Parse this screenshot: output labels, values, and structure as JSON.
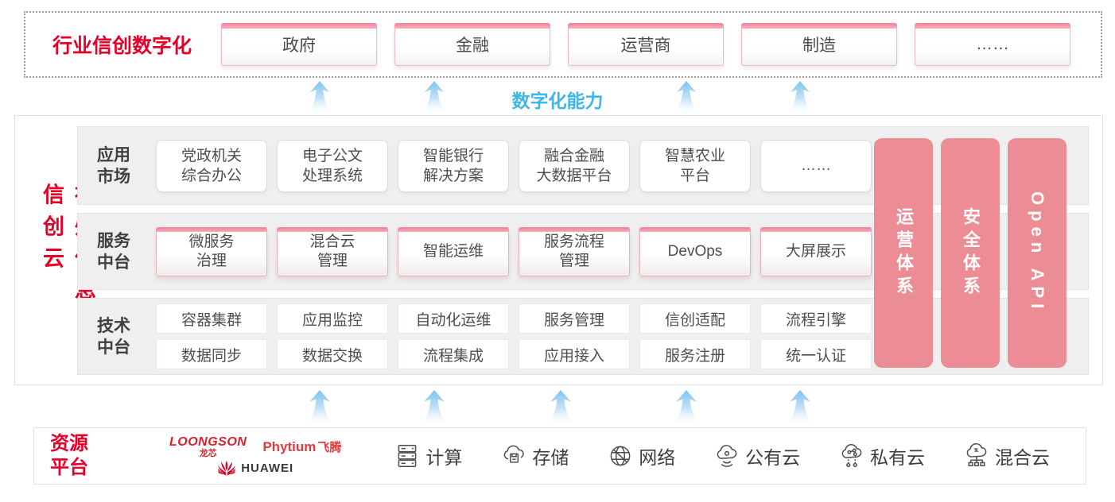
{
  "top_banner": {
    "label": "行业信创数字化",
    "sectors": [
      {
        "label": "政府"
      },
      {
        "label": "金融"
      },
      {
        "label": "运营商"
      },
      {
        "label": "制造"
      },
      {
        "label": "……"
      }
    ]
  },
  "capability_label": "数字化能力",
  "cloud_platform": {
    "vertical_title": "神州信息信创云",
    "app_market": {
      "label": "应用\n市场",
      "items": [
        "党政机关\n综合办公",
        "电子公文\n处理系统",
        "智能银行\n解决方案",
        "融合金融\n大数据平台",
        "智慧农业\n平台",
        "……"
      ]
    },
    "service_middle": {
      "label": "服务\n中台",
      "items": [
        "微服务\n治理",
        "混合云\n管理",
        "智能运维",
        "服务流程\n管理",
        "DevOps",
        "大屏展示"
      ]
    },
    "tech_middle": {
      "label": "技术\n中台",
      "row1": [
        "容器集群",
        "应用监控",
        "自动化运维",
        "服务管理",
        "信创适配",
        "流程引擎"
      ],
      "row2": [
        "数据同步",
        "数据交换",
        "流程集成",
        "应用接入",
        "服务注册",
        "统一认证"
      ]
    },
    "pillars": [
      "运营体系",
      "安全体系",
      "Open API"
    ]
  },
  "resource_platform": {
    "label": "资源\n平台",
    "vendors": {
      "loongson_en": "LOONGSON",
      "loongson_cn": "龙芯",
      "phytium_en": "Phytium",
      "phytium_cn": "飞腾",
      "huawei": "HUAWEI"
    },
    "items": [
      {
        "icon": "compute-icon",
        "label": "计算"
      },
      {
        "icon": "storage-icon",
        "label": "存储"
      },
      {
        "icon": "network-icon",
        "label": "网络"
      },
      {
        "icon": "public-cloud-icon",
        "label": "公有云"
      },
      {
        "icon": "private-cloud-icon",
        "label": "私有云"
      },
      {
        "icon": "hybrid-cloud-icon",
        "label": "混合云"
      }
    ]
  },
  "colors": {
    "accent_red": "#e60028",
    "pillar_pink": "#ec8d95",
    "capability_cyan": "#3fb6e8"
  }
}
